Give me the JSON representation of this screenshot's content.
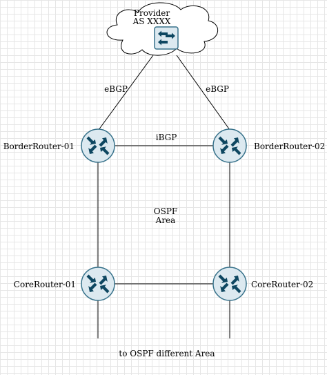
{
  "provider": {
    "line1": "Provider",
    "line2": "AS XXXX",
    "switch_icon": "switch-icon"
  },
  "links": {
    "ebgp_left": "eBGP",
    "ebgp_right": "eBGP",
    "ibgp": "iBGP"
  },
  "area": {
    "line1": "OSPF",
    "line2": "Area"
  },
  "routers": {
    "border1": "BorderRouter-01",
    "border2": "BorderRouter-02",
    "core1": "CoreRouter-01",
    "core2": "CoreRouter-02"
  },
  "footer": {
    "text": "to OSPF different Area"
  },
  "colors": {
    "router_fill": "#dce9f0",
    "router_stroke": "#36718a",
    "arrow": "#0e4761",
    "line": "#000000"
  }
}
